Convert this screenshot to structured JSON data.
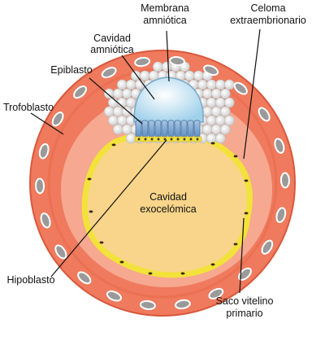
{
  "labels": {
    "membrana_amniotica": [
      "Membrana",
      "amniótica"
    ],
    "celoma_extraembrionario": [
      "Celoma",
      "extraembrionario"
    ],
    "cavidad_amniotica": [
      "Cavidad",
      "amniótica"
    ],
    "epiblasto": "Epiblasto",
    "trofoblasto": "Trofoblasto",
    "cavidad_exocelomica": [
      "Cavidad",
      "exocelómica"
    ],
    "hipoblasto": "Hipoblasto",
    "saco_vitelino_primario": [
      "Saco vitelino",
      "primario"
    ]
  },
  "colors": {
    "outer_ring": "#ef7a5d",
    "outer_ring_edge": "#d9583c",
    "coelom": "#f6a890",
    "yolk_sac": "#f8d58a",
    "yolk_sac_edge": "#f2e23a",
    "amnion_cavity": "#bfe3f2",
    "epiblast": "#7fa6cf",
    "nucleus": "#8e8e8e",
    "cell_cluster": "#ececec"
  }
}
